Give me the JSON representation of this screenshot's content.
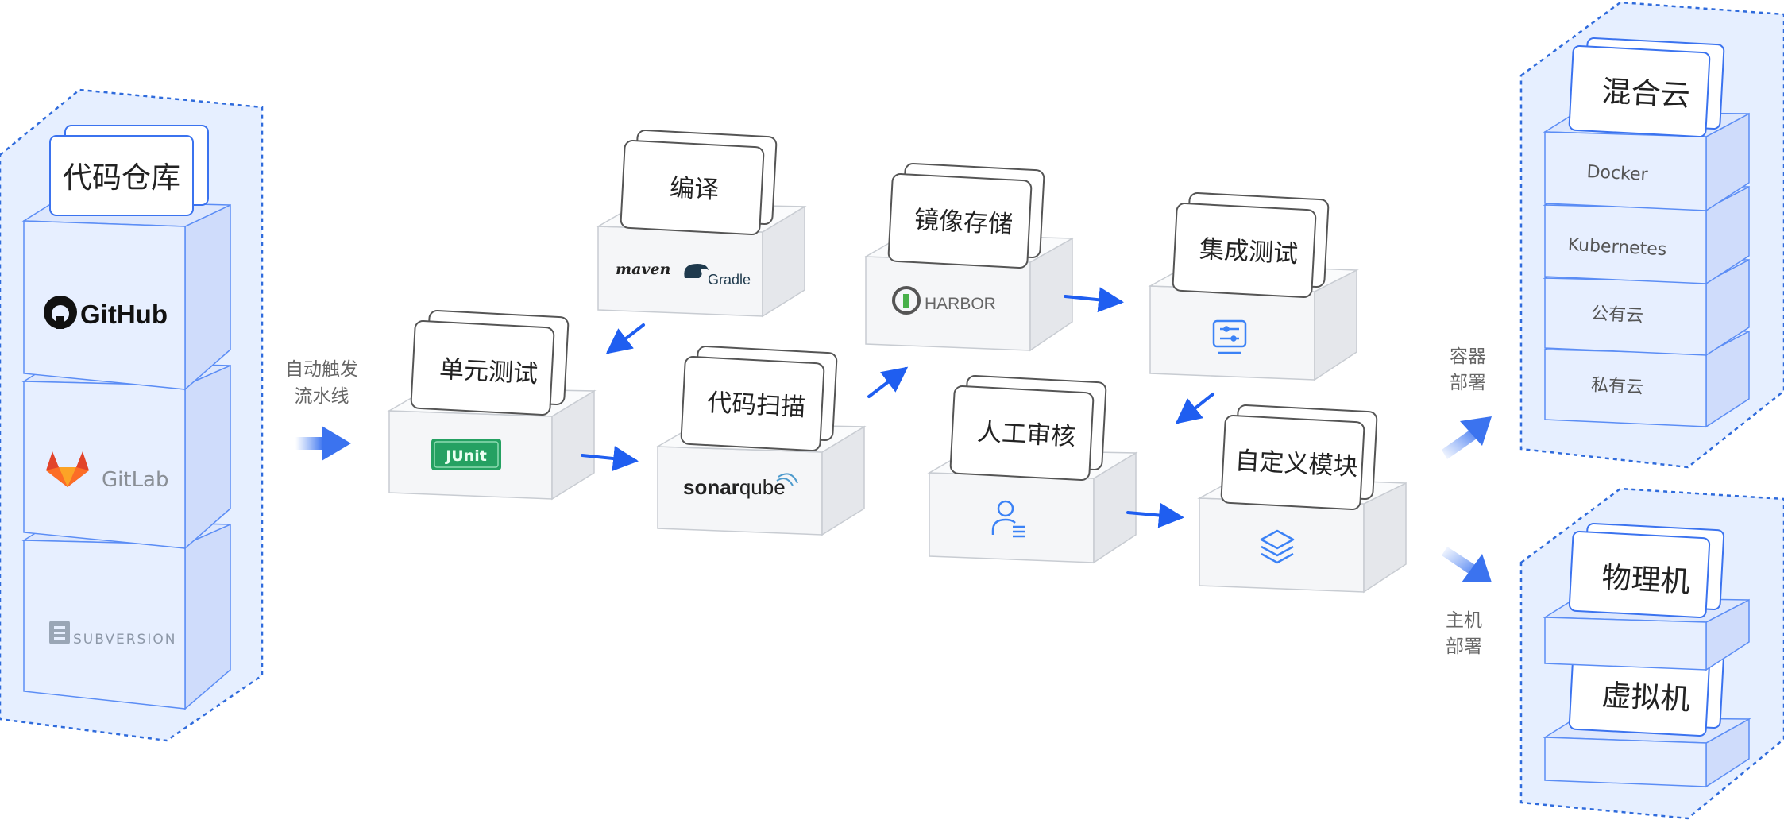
{
  "repo": {
    "title": "代码仓库",
    "items": [
      "GitHub",
      "GitLab",
      "SUBVERSION"
    ]
  },
  "trigger": {
    "line1": "自动触发",
    "line2": "流水线"
  },
  "stages": {
    "compile": {
      "label": "编译",
      "tools": [
        "maven",
        "Gradle"
      ]
    },
    "unit_test": {
      "label": "单元测试",
      "tool": "JUnit"
    },
    "code_scan": {
      "label": "代码扫描",
      "tool_a": "sonar",
      "tool_b": "qube"
    },
    "image_store": {
      "label": "镜像存储",
      "tool": "HARBOR"
    },
    "manual_review": {
      "label": "人工审核"
    },
    "integration_test": {
      "label": "集成测试"
    },
    "custom_module": {
      "label": "自定义模块"
    }
  },
  "deploy": {
    "container": {
      "line1": "容器",
      "line2": "部署"
    },
    "host": {
      "line1": "主机",
      "line2": "部署"
    }
  },
  "cloud": {
    "title": "混合云",
    "items": [
      "Docker",
      "Kubernetes",
      "公有云",
      "私有云"
    ]
  },
  "machines": {
    "physical": "物理机",
    "virtual": "虚拟机"
  },
  "colors": {
    "accent": "#1f5ef0",
    "panel_fill": "#e6efff",
    "panel_border": "#2f6bdc",
    "box_front": "#f5f6f8",
    "box_right": "#e5e7eb",
    "box_top": "#fafbfc",
    "blue_front": "#e7efff",
    "blue_right": "#cfdcfb",
    "blue_top": "#dde7fd"
  }
}
